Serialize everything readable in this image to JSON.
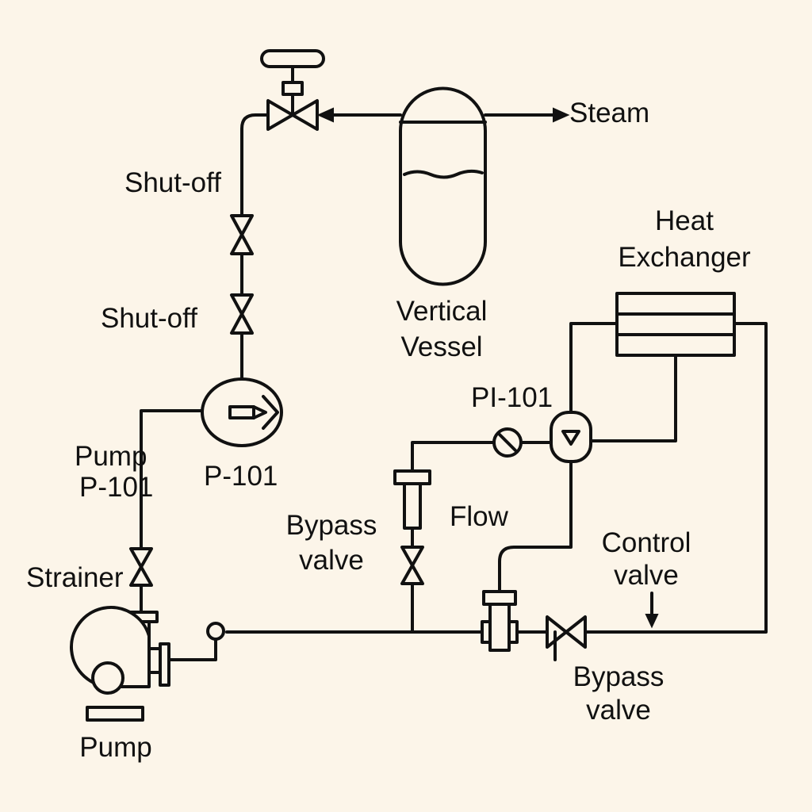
{
  "labels": {
    "steam": "Steam",
    "heat_exchanger_line1": "Heat",
    "heat_exchanger_line2": "Exchanger",
    "shutoff_upper": "Shut-off",
    "shutoff_lower": "Shut-off",
    "vertical_vessel_line1": "Vertical",
    "vertical_vessel_line2": "Vessel",
    "pi_101": "PI-101",
    "pump_p101_line1": "Pump",
    "pump_p101_line2": "P-101",
    "p101": "P-101",
    "flow": "Flow",
    "bypass_valve_left_line1": "Bypass",
    "bypass_valve_left_line2": "valve",
    "control_valve_line1": "Control",
    "control_valve_line2": "valve",
    "strainer": "Strainer",
    "bypass_valve_right_line1": "Bypass",
    "bypass_valve_right_line2": "valve",
    "pump": "Pump"
  },
  "colors": {
    "background": "#fcf5e9",
    "line": "#111111"
  }
}
